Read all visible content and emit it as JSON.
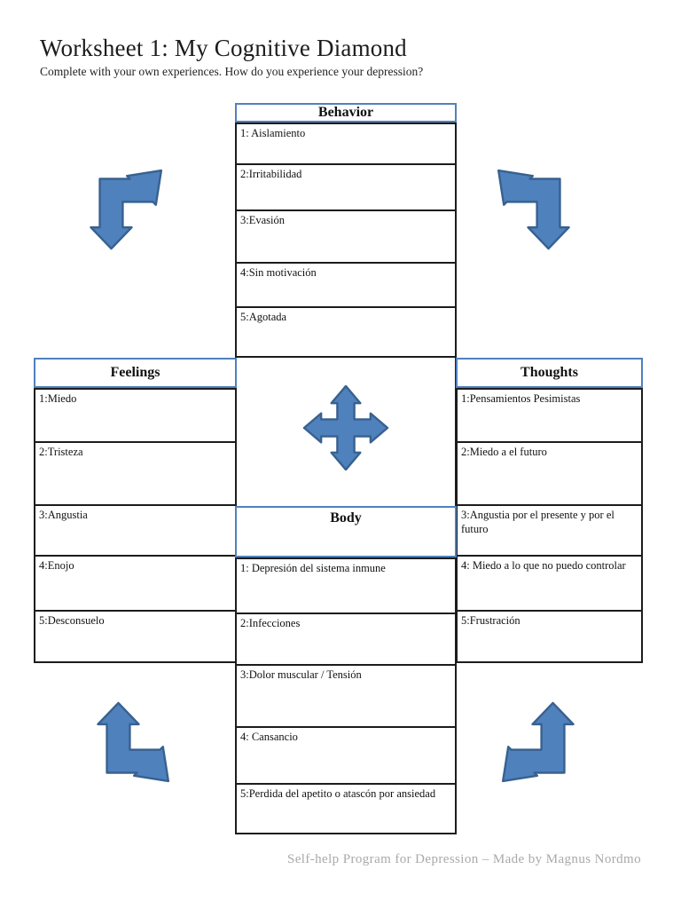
{
  "page": {
    "title": "Worksheet 1: My Cognitive Diamond",
    "subtitle": "Complete with your own experiences. How do you experience your depression?",
    "footer": "Self-help Program for Depression – Made by Magnus Nordmo"
  },
  "colors": {
    "arrow_fill": "#4F81BD",
    "arrow_stroke": "#38618F",
    "header_border": "#4F81BD",
    "row_border": "#1c1c1c",
    "footer_text": "#a9a9a9"
  },
  "icons": {
    "center": "four-way-move-arrow",
    "corners": "bent-two-headed-arrow"
  },
  "sections": {
    "behavior": {
      "title": "Behavior",
      "items": [
        "1: Aislamiento",
        "2:Irritabilidad",
        "3:Evasión",
        "4:Sin motivación",
        "5:Agotada"
      ]
    },
    "feelings": {
      "title": "Feelings",
      "items": [
        "1:Miedo",
        "2:Tristeza",
        "3:Angustia",
        "4:Enojo",
        "5:Desconsuelo"
      ]
    },
    "thoughts": {
      "title": "Thoughts",
      "items": [
        "1:Pensamientos Pesimistas",
        "2:Miedo a el futuro",
        "3:Angustia por el presente y por el futuro",
        "4: Miedo a lo que no puedo controlar",
        "5:Frustración"
      ]
    },
    "body": {
      "title": "Body",
      "items": [
        "1: Depresión del sistema inmune",
        "2:Infecciones",
        "3:Dolor muscular / Tensión",
        "4: Cansancio",
        "5:Perdida del apetito o atascón por ansiedad"
      ]
    }
  }
}
